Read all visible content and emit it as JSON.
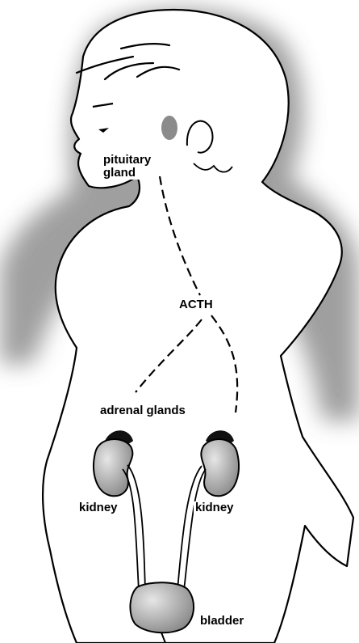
{
  "labels": {
    "pituitary_line1": "pituitary",
    "pituitary_line2": "gland",
    "acth": "ACTH",
    "adrenal": "adrenal glands",
    "kidney_left": "kidney",
    "kidney_right": "kidney",
    "bladder": "bladder"
  },
  "colors": {
    "ink": "#000000",
    "shadow": "#8a8a8a",
    "organ": "#c4c4c4",
    "gland": "#111111"
  }
}
